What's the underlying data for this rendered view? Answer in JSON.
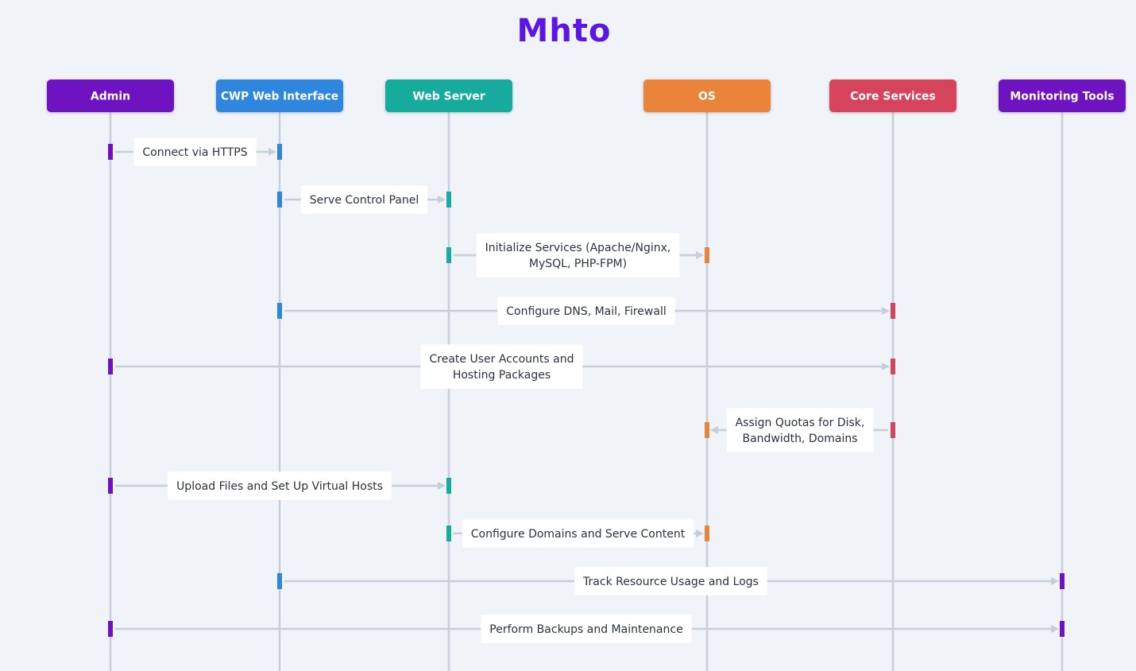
{
  "logo": {
    "text": "Mhto",
    "color": "#5a16e6"
  },
  "actors": [
    {
      "id": "admin",
      "label": "Admin",
      "color": "#6e12c2"
    },
    {
      "id": "cwp",
      "label": "CWP Web Interface",
      "color": "#2e86de"
    },
    {
      "id": "web",
      "label": "Web Server",
      "color": "#17ab9e"
    },
    {
      "id": "os",
      "label": "OS",
      "color": "#e9843a"
    },
    {
      "id": "core",
      "label": "Core Services",
      "color": "#d5445b"
    },
    {
      "id": "mon",
      "label": "Monitoring Tools",
      "color": "#6e12c2"
    }
  ],
  "messages": [
    {
      "from": "admin",
      "to": "cwp",
      "lines": [
        "Connect via HTTPS"
      ]
    },
    {
      "from": "cwp",
      "to": "web",
      "lines": [
        "Serve Control Panel"
      ]
    },
    {
      "from": "web",
      "to": "os",
      "lines": [
        "Initialize Services (Apache/Nginx,",
        "MySQL, PHP-FPM)"
      ]
    },
    {
      "from": "cwp",
      "to": "core",
      "lines": [
        "Configure DNS, Mail, Firewall"
      ]
    },
    {
      "from": "admin",
      "to": "core",
      "lines": [
        "Create User Accounts and",
        "Hosting Packages"
      ]
    },
    {
      "from": "core",
      "to": "os",
      "lines": [
        "Assign Quotas for Disk,",
        "Bandwidth, Domains"
      ]
    },
    {
      "from": "admin",
      "to": "web",
      "lines": [
        "Upload Files and Set Up Virtual Hosts"
      ]
    },
    {
      "from": "web",
      "to": "os",
      "lines": [
        "Configure Domains and Serve Content"
      ]
    },
    {
      "from": "cwp",
      "to": "mon",
      "lines": [
        "Track Resource Usage and Logs"
      ]
    },
    {
      "from": "admin",
      "to": "mon",
      "lines": [
        "Perform Backups and Maintenance"
      ]
    }
  ]
}
